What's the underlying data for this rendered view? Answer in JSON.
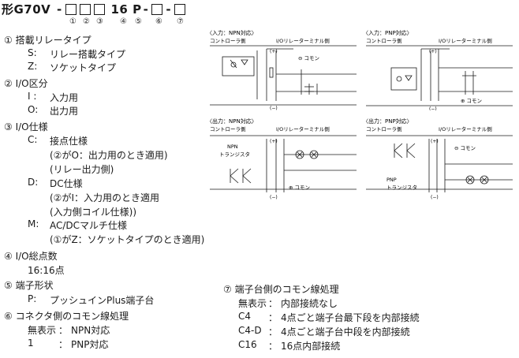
{
  "model": {
    "prefix": "形G70V",
    "sep": "-",
    "fixed": "16",
    "letter": "P",
    "box_symbol": "□",
    "markers": [
      "①",
      "②",
      "③",
      "④",
      "⑤",
      "⑥",
      "⑦"
    ]
  },
  "sections": {
    "s1": {
      "title": "① 搭載リレータイプ",
      "items": [
        {
          "code": "S:",
          "desc": "リレー搭載タイプ"
        },
        {
          "code": "Z:",
          "desc": "ソケットタイプ"
        }
      ]
    },
    "s2": {
      "title": "② I/O区分",
      "items": [
        {
          "code": "I :",
          "desc": "入力用"
        },
        {
          "code": "O:",
          "desc": "出力用"
        }
      ]
    },
    "s3": {
      "title": "③ I/O仕様",
      "items": [
        {
          "code": "C:",
          "desc": "接点仕様",
          "notes": [
            "(②がO：出力用のとき適用)",
            "(リレー出力側)"
          ]
        },
        {
          "code": "D:",
          "desc": "DC仕様",
          "notes": [
            "(②がI：入力用のとき適用",
            "(入力側コイル仕様))"
          ]
        },
        {
          "code": "M:",
          "desc": "AC/DCマルチ仕様",
          "notes": [
            "(①がZ：ソケットタイプのとき適用)"
          ]
        }
      ]
    },
    "s4": {
      "title": "④ I/O総点数",
      "value": "16:16点"
    },
    "s5": {
      "title": "⑤ 端子形状",
      "items": [
        {
          "code": "P:",
          "desc": "プッシュインPlus端子台"
        }
      ]
    },
    "s6": {
      "title": "⑥ コネクタ側のコモン線処理",
      "items": [
        {
          "code": "無表示",
          "sep": "：",
          "desc": "NPN対応"
        },
        {
          "code": "1",
          "sep": "：",
          "desc": "PNP対応"
        }
      ]
    },
    "s7": {
      "title": "⑦ 端子台側のコモン線処理",
      "items": [
        {
          "code": "無表示",
          "sep": "：",
          "desc": "内部接続なし"
        },
        {
          "code": "C4",
          "sep": "：",
          "desc": "4点ごと端子台最下段を内部接続"
        },
        {
          "code": "C4-D",
          "sep": "：",
          "desc": "4点ごと端子台中段を内部接続"
        },
        {
          "code": "C16",
          "sep": "：",
          "desc": "16点内部接続"
        }
      ]
    }
  },
  "diagrams": {
    "d1": {
      "title": "〈入力：NPN対応〉",
      "left": "コントローラ側",
      "right": "I/Oリレーターミナル側",
      "common": "⊖ コモン",
      "plus": "(+)",
      "minus": "(−)"
    },
    "d2": {
      "title": "〈入力：PNP対応〉",
      "left": "コントローラ側",
      "right": "I/Oリレーターミナル側",
      "common": "⊕ コモン",
      "plus": "(+)",
      "minus": "(−)"
    },
    "d3": {
      "title": "〈出力：NPN対応〉",
      "left": "コントローラ側",
      "right": "I/Oリレーターミナル側",
      "common": "⊕ コモン",
      "transistor": [
        "NPN",
        "トランジスタ"
      ],
      "plus": "(+)",
      "minus": "(−)"
    },
    "d4": {
      "title": "〈出力：PNP対応〉",
      "left": "コントローラ側",
      "right": "I/Oリレーターミナル側",
      "common": "⊖ コモン",
      "transistor": [
        "PNP",
        "トランジスタ"
      ],
      "plus": "(+)",
      "minus": "(−)"
    }
  }
}
